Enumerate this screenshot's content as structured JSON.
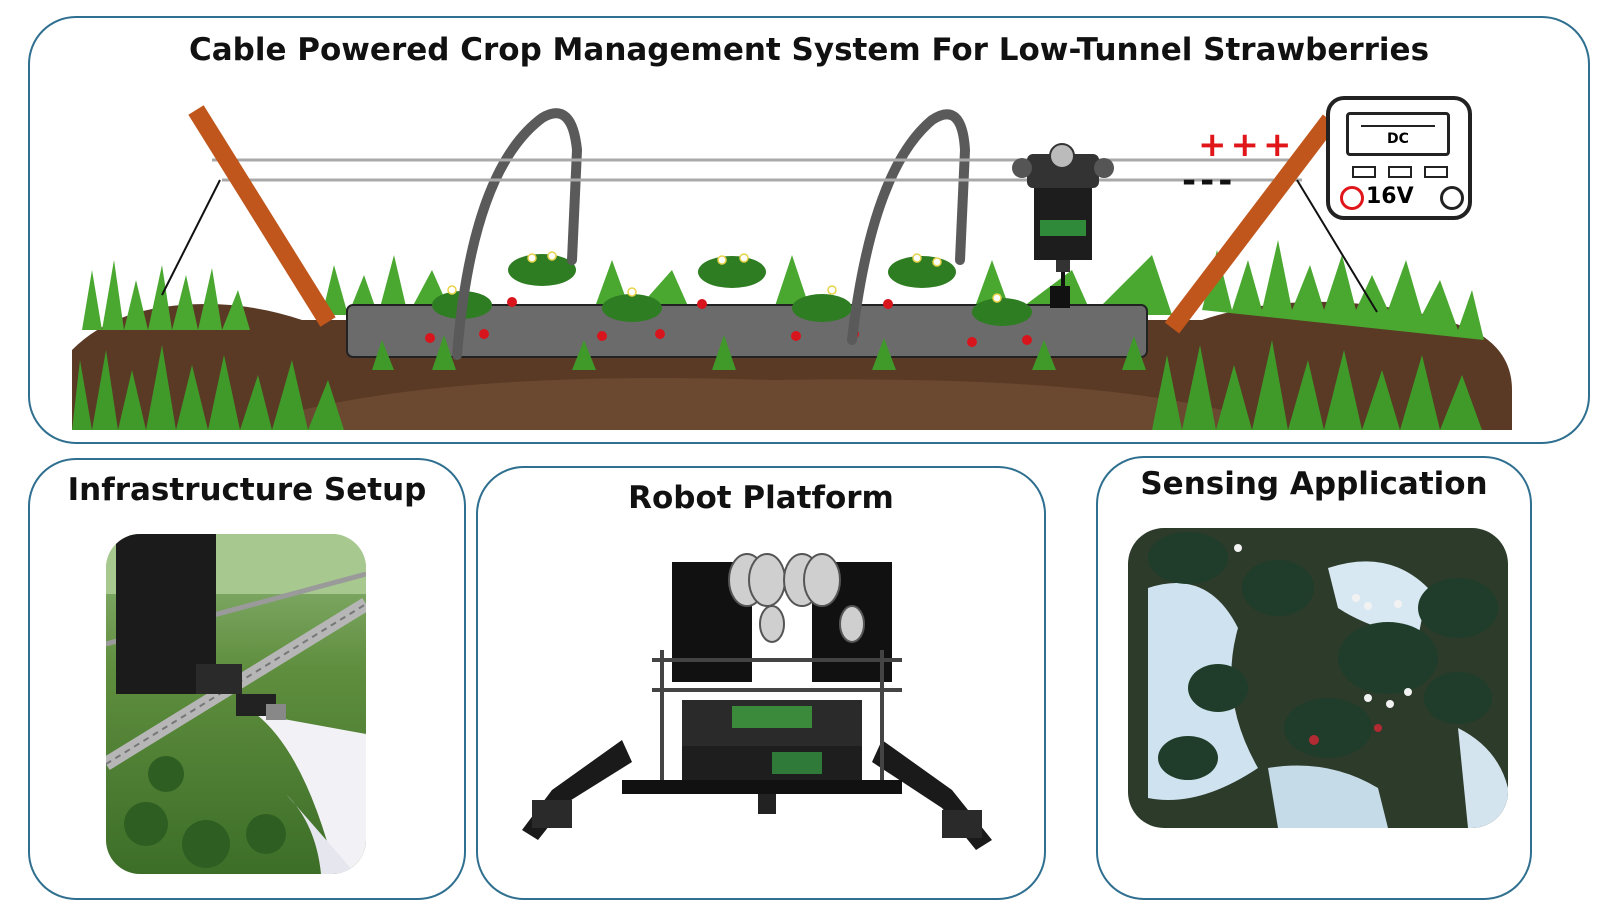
{
  "main": {
    "title": "Cable Powered Crop Management System For Low-Tunnel Strawberries",
    "power_supply": {
      "label": "DC",
      "voltage": "16V"
    },
    "polarity": {
      "positive": "+++",
      "negative": "---"
    }
  },
  "panels": {
    "infrastructure": {
      "title": "Infrastructure Setup"
    },
    "robot": {
      "title": "Robot Platform"
    },
    "sensing": {
      "title": "Sensing Application"
    }
  },
  "colors": {
    "border": "#2f6f8f",
    "post": "#c0561c",
    "cable": "#a9a9a9",
    "soil": "#5a3a24",
    "grass": "#3f9a2a",
    "plastic": "#6b6b6b",
    "berry": "#d8141c",
    "positive": "#e0161b"
  }
}
